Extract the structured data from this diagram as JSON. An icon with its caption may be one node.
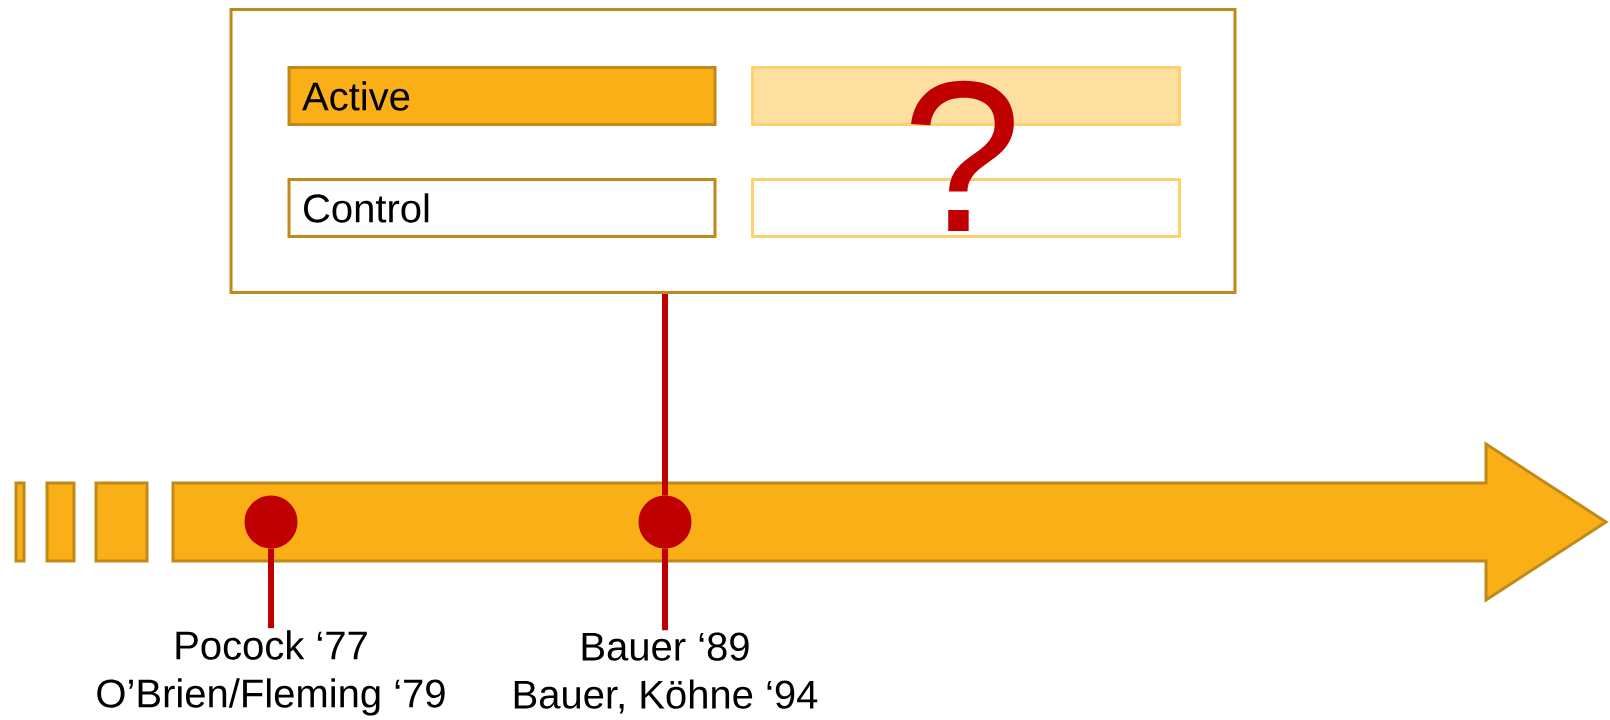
{
  "diagram": {
    "nodes": [
      {
        "text": [],
        "shape": "box"
      },
      {
        "text": [
          "Active"
        ],
        "in": 0
      },
      {
        "text": [],
        "shape": "box",
        "in": 0
      },
      {
        "text": [
          "Control"
        ],
        "in": 0
      },
      {
        "text": [],
        "shape": "box",
        "in": 0
      },
      {
        "text": [],
        "shape": "circle"
      },
      {
        "text": [],
        "shape": "circle"
      },
      {
        "text": [
          "Pocock ‘77",
          "O’Brien/Fleming ‘79"
        ]
      },
      {
        "text": [
          "Bauer ‘89",
          "Bauer, Köhne ‘94"
        ]
      }
    ],
    "edges": [
      {
        "from": 5,
        "to": 7,
        "arrow": "none"
      },
      {
        "from": 6,
        "to": 8,
        "arrow": "none"
      },
      {
        "from": 6,
        "to": 0,
        "arrow": "none"
      }
    ],
    "labels": [
      "?"
    ]
  }
}
